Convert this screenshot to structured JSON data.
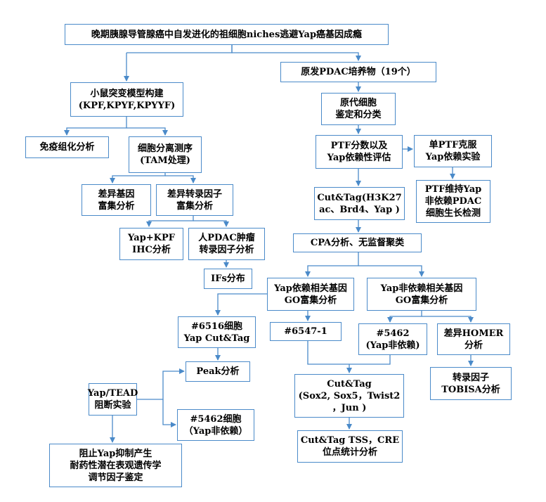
{
  "diagram": {
    "nodes": {
      "root": "晚期胰腺导管腺癌中自发进化的祖细胞niches逃避Yap癌基因成瘾",
      "mouse_model": "小鼠突变模型构建\n(KPF,KPYF,KPYYF)",
      "immuno": "免疫组化分析",
      "cell_seq": "细胞分离测序\n(TAM处理)",
      "diff_gene": "差异基因\n富集分析",
      "diff_tf": "差异转录因子\n富集分析",
      "yap_kpf": "Yap+KPF\nIHC分析",
      "human_pdac": "人PDAC肿瘤\n转录因子分析",
      "ifs": "IFs分布",
      "pdac_cultures": "原发PDAC培养物（19个）",
      "primary_cells": "原代细胞\n鉴定和分类",
      "ptf_score": "PTF分数以及\nYap依赖性评估",
      "single_ptf": "单PTF克服\nYap依赖实验",
      "ptf_maintain": "PTF维持Yap\n非依赖PDAC\n细胞生长检测",
      "cut_tag1": "Cut&Tag(H3K27\nac、Brd4、Yap )",
      "cpa": "CPA分析、无监督聚类",
      "yap_dep_go": "Yap依赖相关基因\nGO富集分析",
      "yap_indep_go": "Yap非依赖相关基因\nGO富集分析",
      "c6516": "#6516细胞\nYap Cut&Tag",
      "c6547": "#6547-1",
      "c5462a": "#5462\n(Yap非依赖)",
      "homer": "差异HOMER\n分析",
      "peak": "Peak分析",
      "tead": "Yap/TEAD\n阻断实验",
      "c5462b": "#5462细胞\n（Yap非依赖）",
      "cut_tag2": "Cut&Tag\n(Sox2, Sox5，Twist2\n，Jun )",
      "tobisa": "转录因子\nTOBISA分析",
      "tss": "Cut&Tag TSS，CRE\n位点统计分析",
      "block": "阻止Yap抑制产生\n耐药性潜在表观遗传学\n调节因子鉴定"
    }
  },
  "colors": {
    "line": "#4a8ac9",
    "border": "#4a8ac9"
  }
}
